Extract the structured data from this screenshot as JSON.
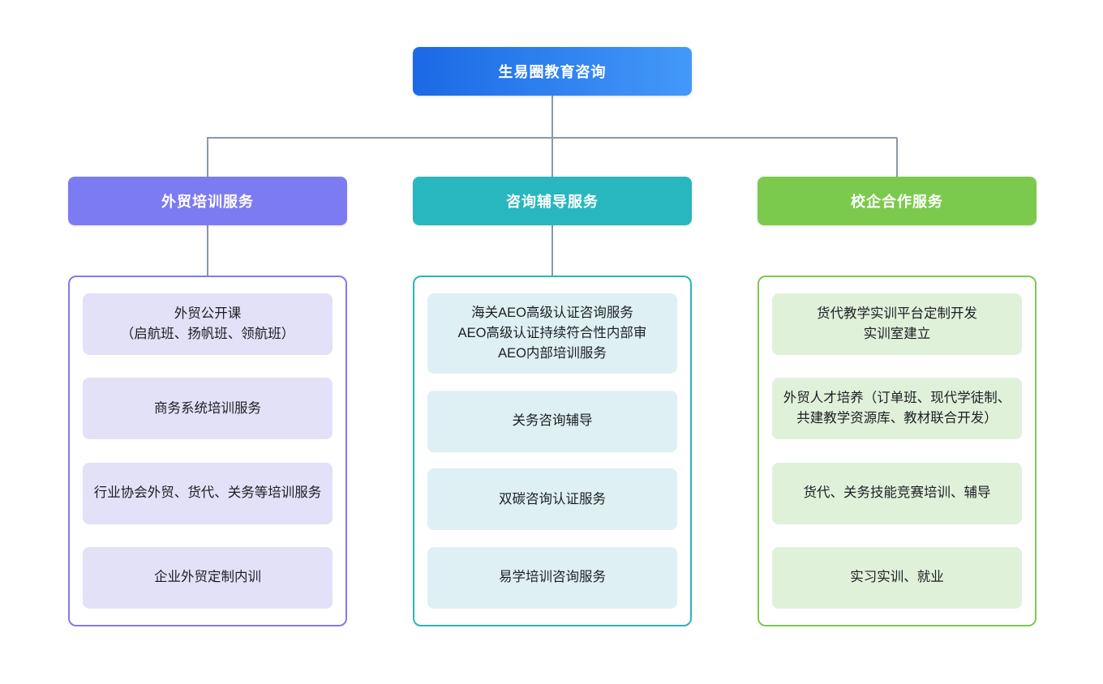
{
  "diagram": {
    "root": {
      "label": "生易圈教育咨询",
      "gradient_start": "#1b69e5",
      "gradient_end": "#4399f8"
    },
    "connector_color": "#8b98a7",
    "branches": [
      {
        "label": "外贸培训服务",
        "header_color": "#7d7bf1",
        "border_color": "#8379ef",
        "item_bg": "#e3e1f7",
        "items": [
          "外贸公开课\n（启航班、扬帆班、领航班）",
          "商务系统培训服务",
          "行业协会外贸、货代、关务等培训服务",
          "企业外贸定制内训"
        ]
      },
      {
        "label": "咨询辅导服务",
        "header_color": "#29b7bf",
        "border_color": "#2ab4bd",
        "item_bg": "#def0f3",
        "items": [
          "海关AEO高级认证咨询服务\nAEO高级认证持续符合性内部审\nAEO内部培训服务",
          "关务咨询辅导",
          "双碳咨询认证服务",
          "易学培训咨询服务"
        ]
      },
      {
        "label": "校企合作服务",
        "header_color": "#7cca4d",
        "border_color": "#7cc94e",
        "item_bg": "#e0f1da",
        "items": [
          "货代教学实训平台定制开发\n实训室建立",
          "外贸人才培养（订单班、现代学徒制、共建教学资源库、教材联合开发）",
          "货代、关务技能竞赛培训、辅导",
          "实习实训、就业"
        ]
      }
    ]
  }
}
